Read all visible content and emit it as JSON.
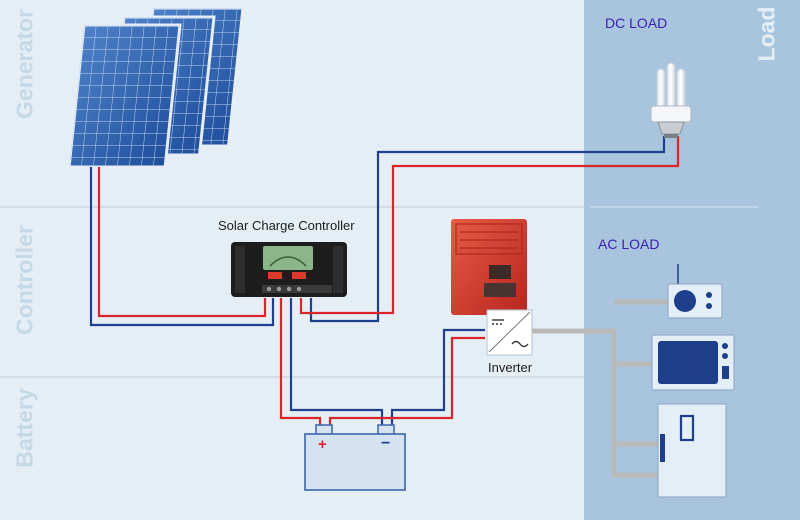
{
  "zones": {
    "generator": "Generator",
    "controller": "Controller",
    "battery": "Battery",
    "load": "Load"
  },
  "labels": {
    "dc_load": "DC LOAD",
    "ac_load": "AC LOAD",
    "solar_charge_controller": "Solar Charge Controller",
    "inverter": "Inverter",
    "battery_plus": "+",
    "battery_minus": "−"
  },
  "colors": {
    "background": "#e6eef5",
    "load_panel": "#a9c5de",
    "wire_positive": "#d9262a",
    "wire_negative": "#1f3f8f",
    "wire_ac": "#b9b9b9",
    "appliance_fill": "#d5e3f0",
    "appliance_dark": "#1d3f8c",
    "charge_controller_body": "#1d1d1d",
    "mppt_unit": "#d83a2e",
    "load_title": "#3a1fae"
  },
  "components": {
    "pv_array": "solar-panels",
    "dc_lamp": "cfl-bulb",
    "ac_appliances": [
      "radio",
      "microwave",
      "refrigerator"
    ]
  }
}
